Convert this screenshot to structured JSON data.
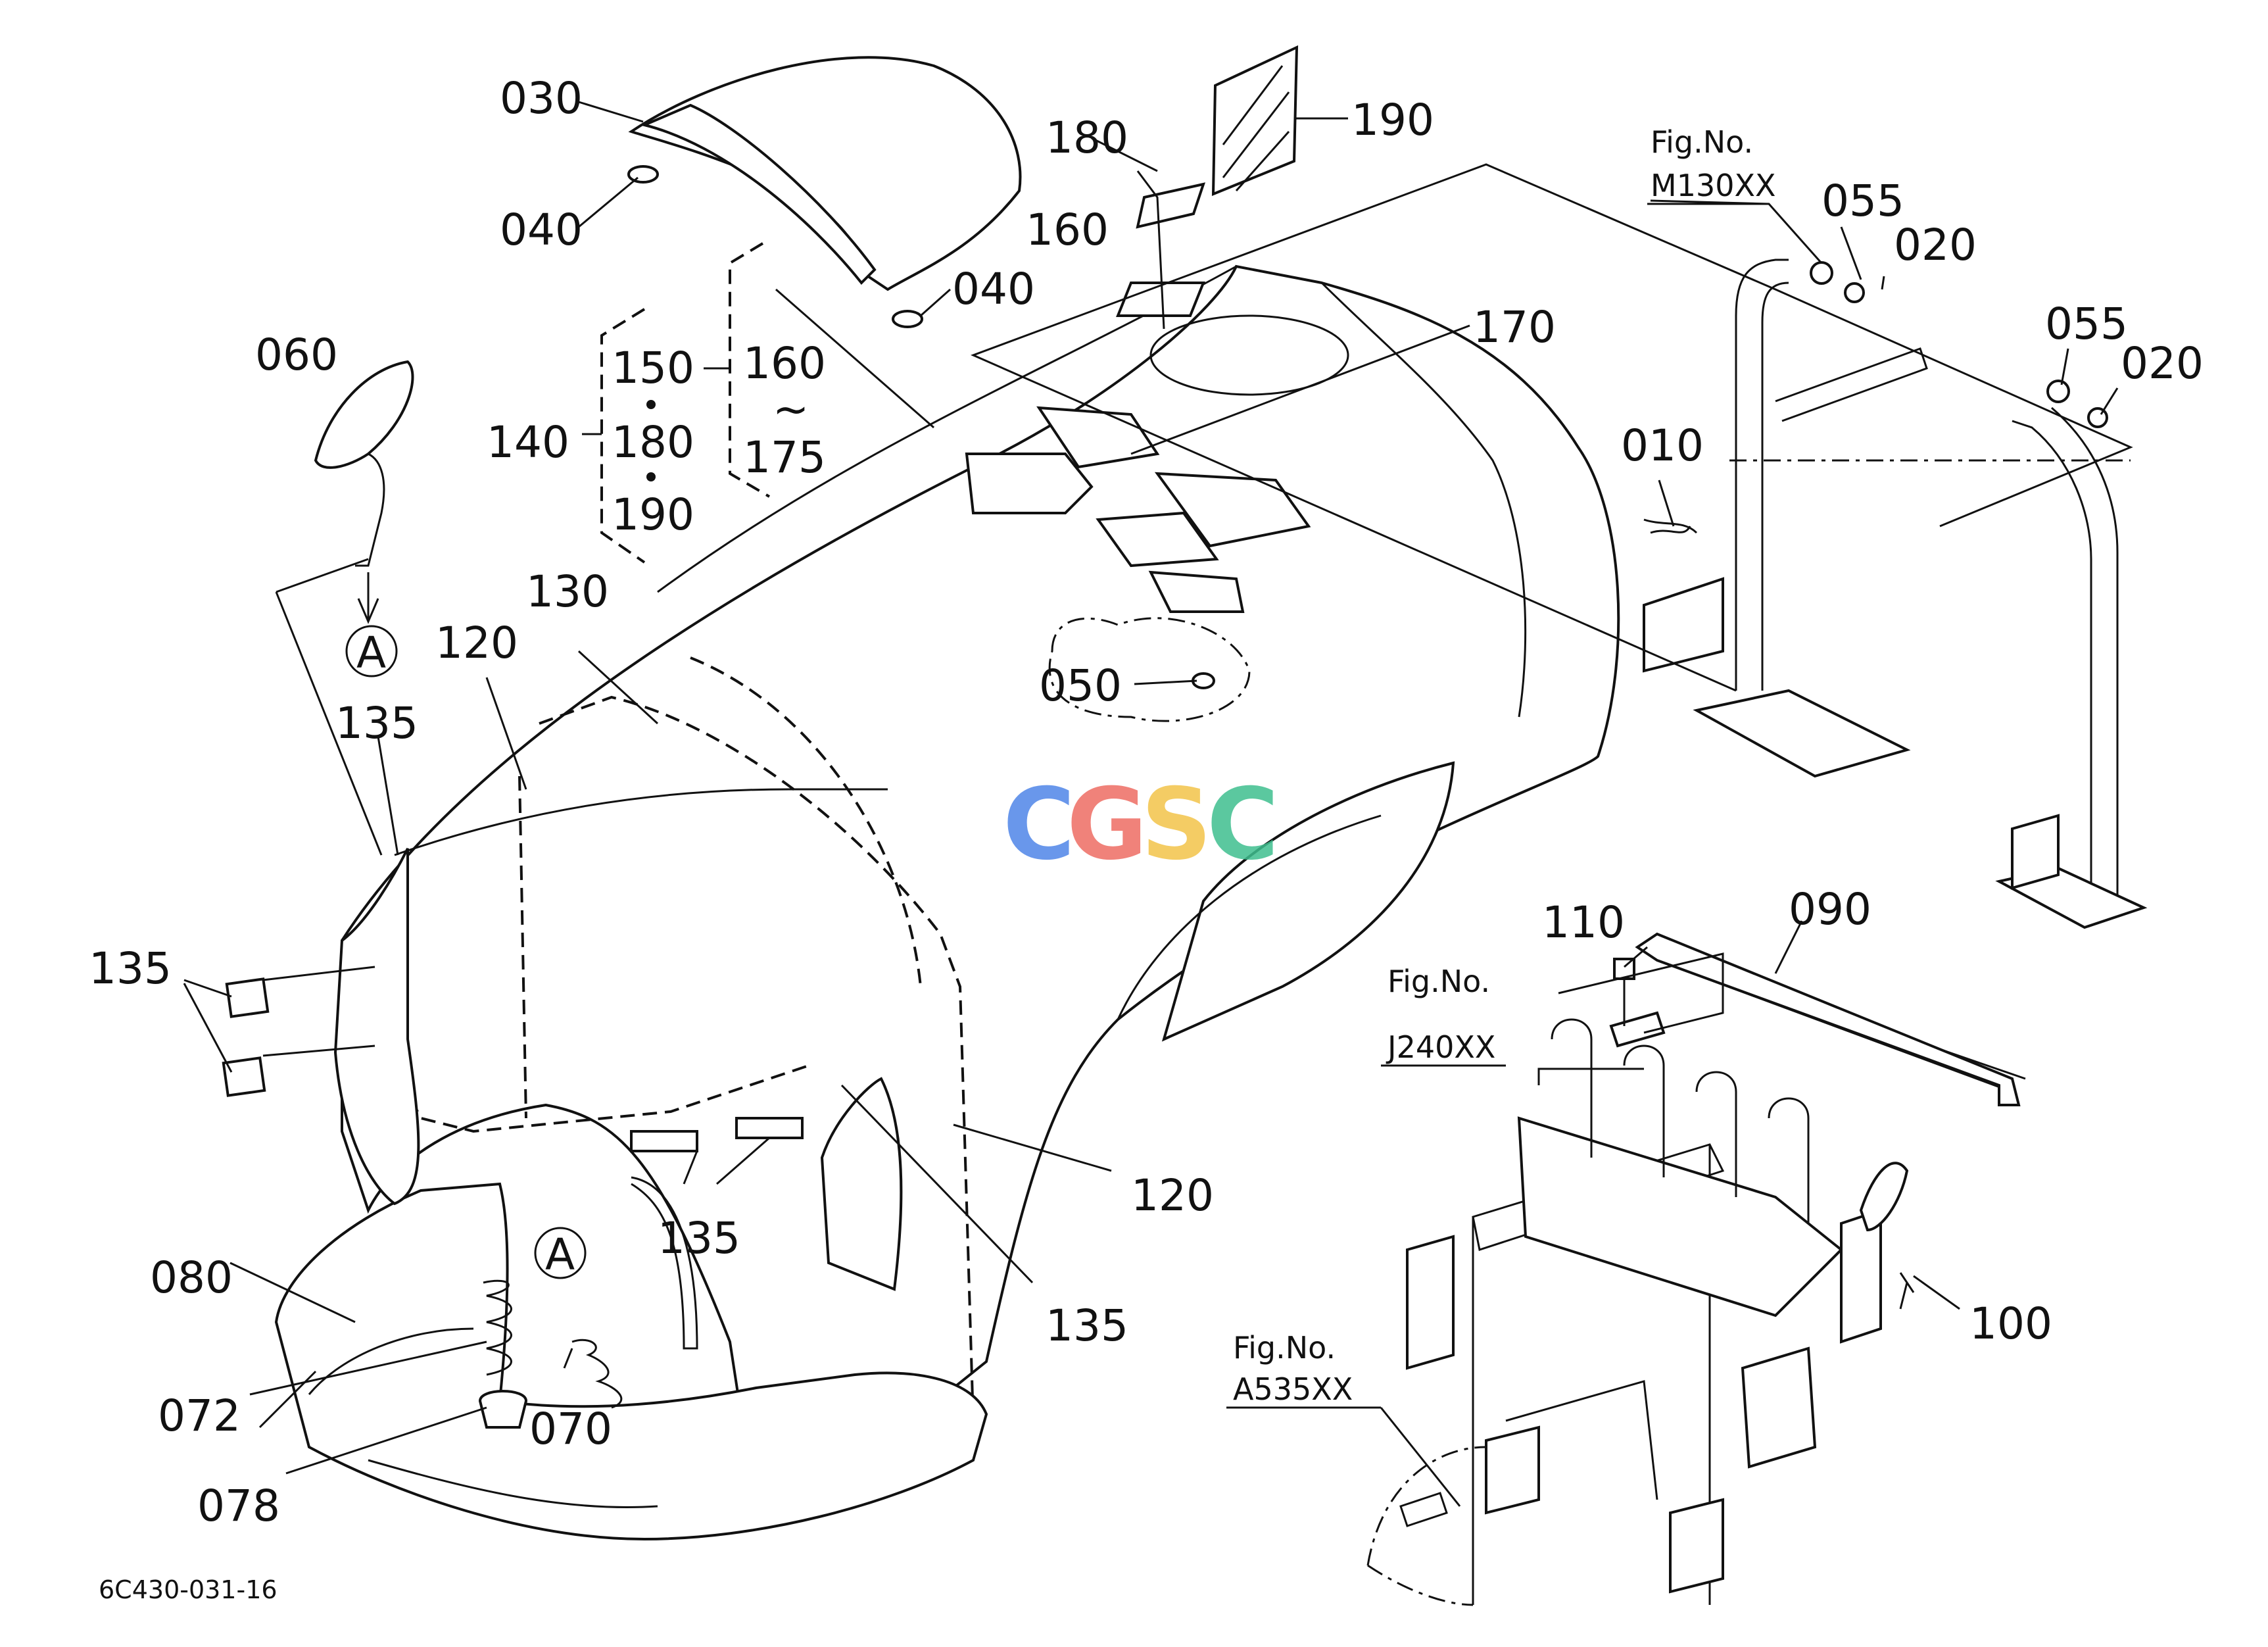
{
  "diagram": {
    "drawing_code": "6C430-031-16",
    "watermark": {
      "letters": [
        "C",
        "G",
        "S",
        "C"
      ],
      "colors": [
        "#4f86e8",
        "#ee6d63",
        "#f3c44a",
        "#3fbf8f"
      ]
    },
    "fig_refs": [
      {
        "line1": "Fig.No.",
        "line2": "M130XX"
      },
      {
        "line1": "Fig.No.",
        "line2": "J240XX"
      },
      {
        "line1": "Fig.No.",
        "line2": "A535XX"
      }
    ],
    "callouts": {
      "c030": "030",
      "c040a": "040",
      "c040b": "040",
      "c180a": "180",
      "c190a": "190",
      "c160a": "160",
      "c170": "170",
      "c060": "060",
      "c140": "140",
      "c150": "150",
      "c180b": "180",
      "c190b": "190",
      "c160b": "160",
      "c175": "175",
      "tilde": "~",
      "c130": "130",
      "c120a": "120",
      "c135a": "135",
      "c135b": "135",
      "c050": "050",
      "c010": "010",
      "c055a": "055",
      "c020a": "020",
      "c055b": "055",
      "c020b": "020",
      "c110": "110",
      "c090": "090",
      "c135c": "135",
      "c120b": "120",
      "c135d": "135",
      "c080": "080",
      "c072": "072",
      "c070": "070",
      "c078": "078",
      "c100": "100",
      "markA1": "A",
      "markA2": "A"
    }
  }
}
